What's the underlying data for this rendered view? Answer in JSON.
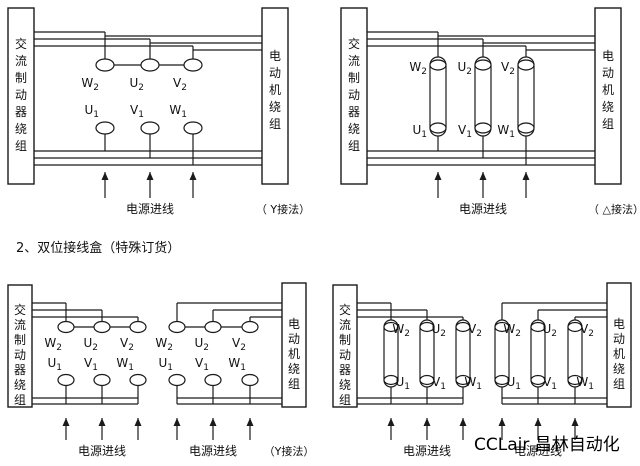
{
  "section_title": "2、双位接线盒（特殊订货）",
  "left_box_text": "交流制动器绕组",
  "right_box_text": "电动机绕组",
  "power_label": "电源进线",
  "y_label": "（ Y接法）",
  "delta_label": "（ △接法）",
  "y_label_bottom": "（Y接法）",
  "watermark": "CCLair 昌林自动化",
  "terminals": {
    "top": [
      {
        "letter": "W",
        "sub": "2"
      },
      {
        "letter": "U",
        "sub": "2"
      },
      {
        "letter": "V",
        "sub": "2"
      }
    ],
    "bottom": [
      {
        "letter": "U",
        "sub": "1"
      },
      {
        "letter": "V",
        "sub": "1"
      },
      {
        "letter": "W",
        "sub": "1"
      }
    ]
  },
  "colors": {
    "line": "#1a1a1a",
    "background": "#ffffff"
  }
}
